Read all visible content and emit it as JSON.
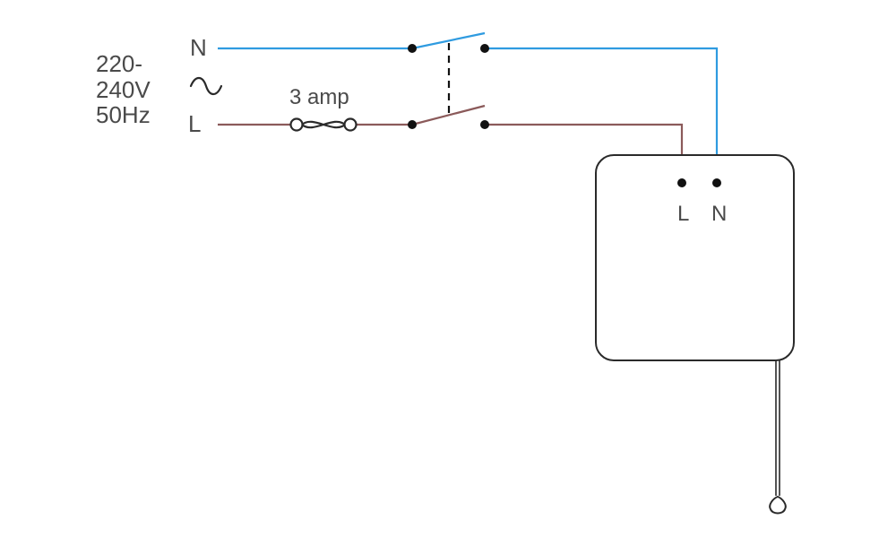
{
  "supply": {
    "neutral_label": "N",
    "live_label": "L",
    "voltage_line1": "220-",
    "voltage_line2": "240V",
    "frequency": "50Hz",
    "ac_symbol": "ac-sine-icon"
  },
  "fuse": {
    "rating_label": "3 amp",
    "icon": "fuse-icon"
  },
  "switch": {
    "type": "double-pole",
    "icon": "double-pole-switch-icon"
  },
  "device": {
    "live_terminal_label": "L",
    "neutral_terminal_label": "N",
    "pull_cord_icon": "pull-cord-icon"
  },
  "colors": {
    "neutral_wire": "#2f9be0",
    "live_wire": "#8b5a5a",
    "device_outline": "#2a2a2a",
    "text": "#4a4a4a",
    "terminal": "#111111"
  }
}
